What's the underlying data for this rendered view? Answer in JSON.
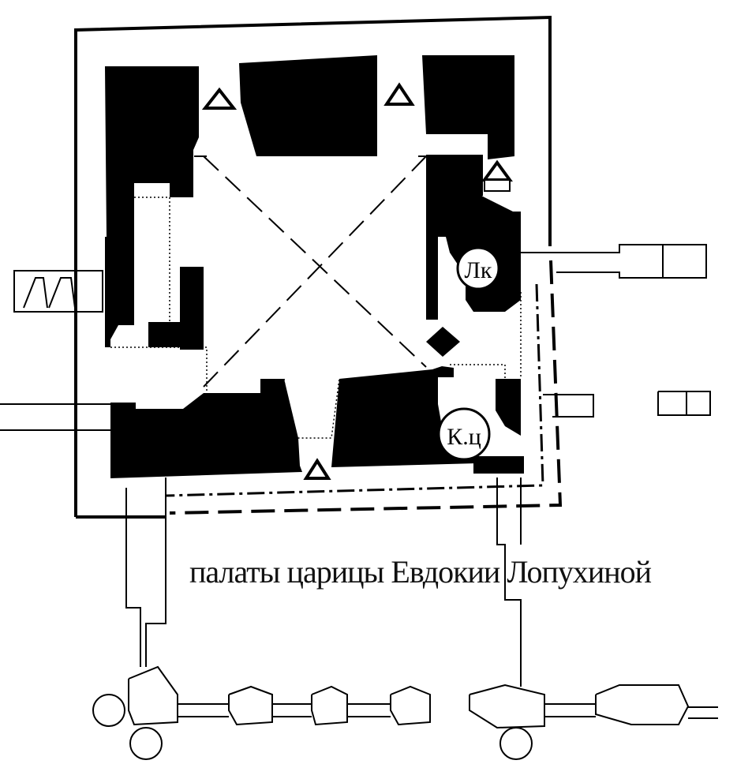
{
  "plan": {
    "caption": "палаты царицы Евдокии Лопухиной",
    "markers": {
      "upper_label": "Лк",
      "lower_label": "К.ц"
    }
  }
}
